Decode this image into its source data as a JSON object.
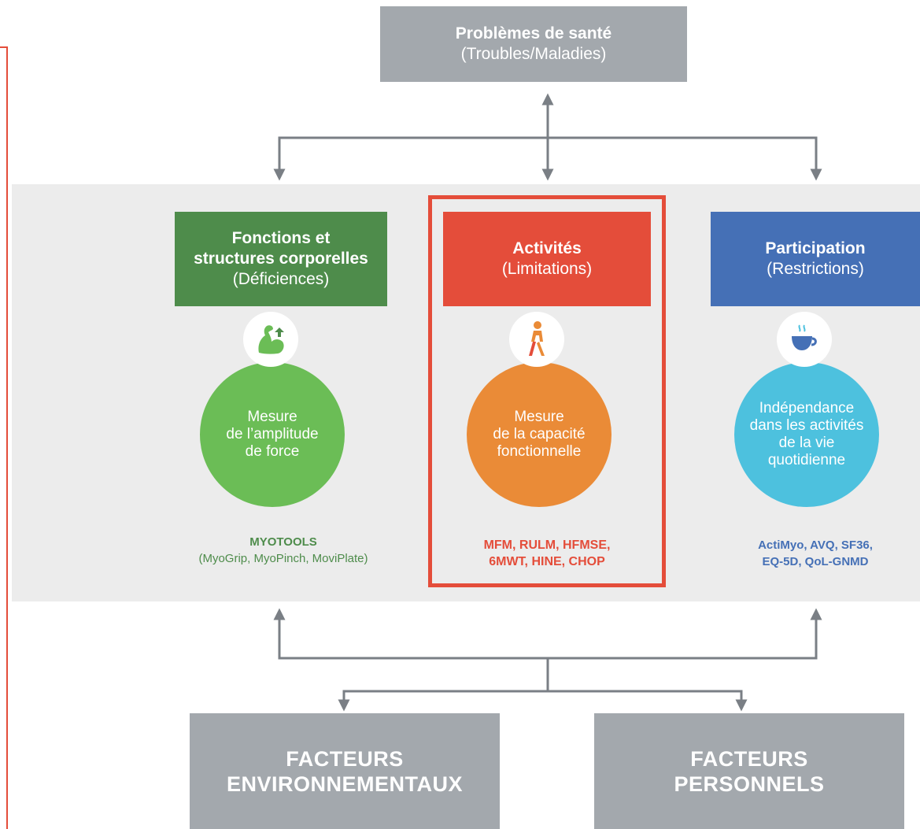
{
  "health": {
    "title": "Problèmes de santé",
    "subtitle": "(Troubles/Maladies)"
  },
  "columns": {
    "body": {
      "title_line1": "Fonctions et",
      "title_line2": "structures corporelles",
      "subtitle": "(Déficiences)",
      "circle_text": "Mesure\nde l’amplitude\nde force",
      "tools_title": "MYOTOOLS",
      "tools_detail": "(MyoGrip, MyoPinch, MoviPlate)",
      "icon": "muscle-icon",
      "title_color": "#4e8c4b",
      "circle_color": "#6bbd56"
    },
    "activities": {
      "title": "Activités",
      "subtitle": "(Limitations)",
      "circle_text": "Mesure\nde la capacité\nfonctionnelle",
      "tools_line1": "MFM, RULM, HFMSE,",
      "tools_line2": "6MWT, HINE, CHOP",
      "icon": "walking-person-icon",
      "title_color": "#e44d3a",
      "circle_color": "#ea8b37"
    },
    "participation": {
      "title": "Participation",
      "subtitle": "(Restrictions)",
      "circle_text": "Indépendance\ndans les activités\nde la vie\nquotidienne",
      "tools_line1": "ActiMyo, AVQ, SF36,",
      "tools_line2": "EQ-5D, QoL-GNMD",
      "icon": "coffee-cup-icon",
      "title_color": "#4570b6",
      "circle_color": "#4dc1de"
    }
  },
  "factors": {
    "environmental_line1": "FACTEURS",
    "environmental_line2": "ENVIRONNEMENTAUX",
    "personal_line1": "FACTEURS",
    "personal_line2": "PERSONNELS"
  },
  "colors": {
    "grey_box": "#a3a8ad",
    "band": "#ececec",
    "connector": "#7a7f85",
    "accent_red": "#e44d3a"
  }
}
